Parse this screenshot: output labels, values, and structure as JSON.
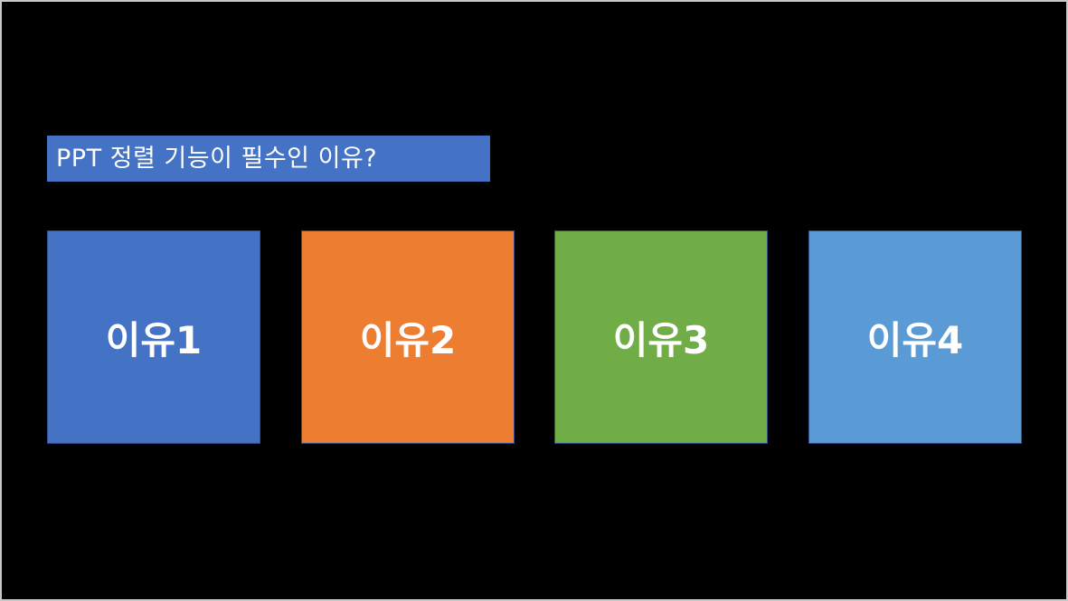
{
  "slide": {
    "background": "#000000",
    "title": {
      "text": "PPT 정렬 기능이 필수인 이유?",
      "background": "#4472c4"
    },
    "reasons": [
      {
        "label": "이유1",
        "color": "#4472c4"
      },
      {
        "label": "이유2",
        "color": "#ed7d31"
      },
      {
        "label": "이유3",
        "color": "#70ad47"
      },
      {
        "label": "이유4",
        "color": "#5b9bd5"
      }
    ]
  }
}
